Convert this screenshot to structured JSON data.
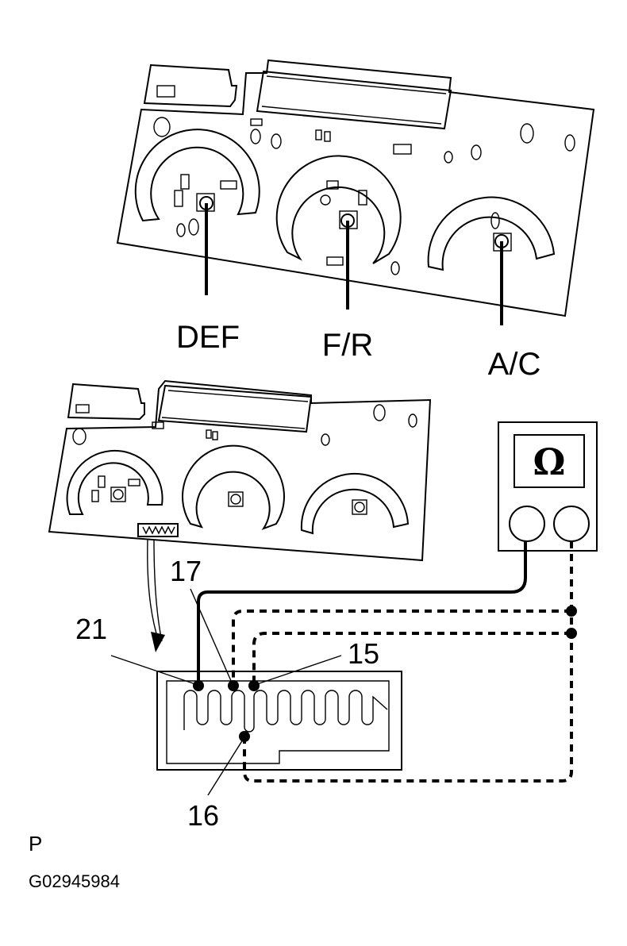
{
  "top_panel": {
    "knob_labels": [
      "DEF",
      "F/R",
      "A/C"
    ]
  },
  "bottom_panel": {
    "pin_labels": {
      "p21": "21",
      "p17": "17",
      "p15": "15",
      "p16": "16"
    },
    "meter_symbol": "Ω"
  },
  "footer": {
    "code_letter": "P",
    "figure_id": "G02945984"
  }
}
